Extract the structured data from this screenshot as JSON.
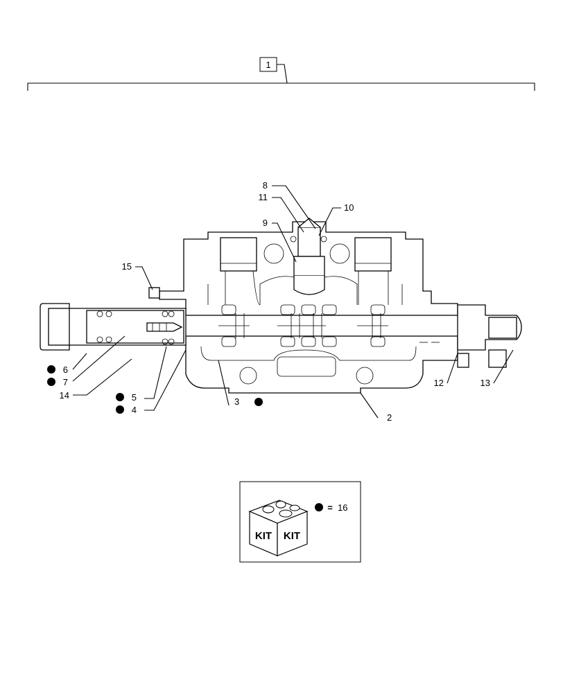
{
  "assembly_label": "1",
  "callouts": {
    "c2": "2",
    "c3": "3",
    "c4": "4",
    "c5": "5",
    "c6": "6",
    "c7": "7",
    "c8": "8",
    "c9": "9",
    "c10": "10",
    "c11": "11",
    "c12": "12",
    "c13": "13",
    "c14": "14",
    "c15": "15"
  },
  "kit_legend": {
    "box_text_left": "KIT",
    "box_text_right": "KIT",
    "equals": "=",
    "kit_number": "16"
  },
  "colors": {
    "line": "#000000",
    "background": "#ffffff",
    "kit_marker": "#000000"
  }
}
